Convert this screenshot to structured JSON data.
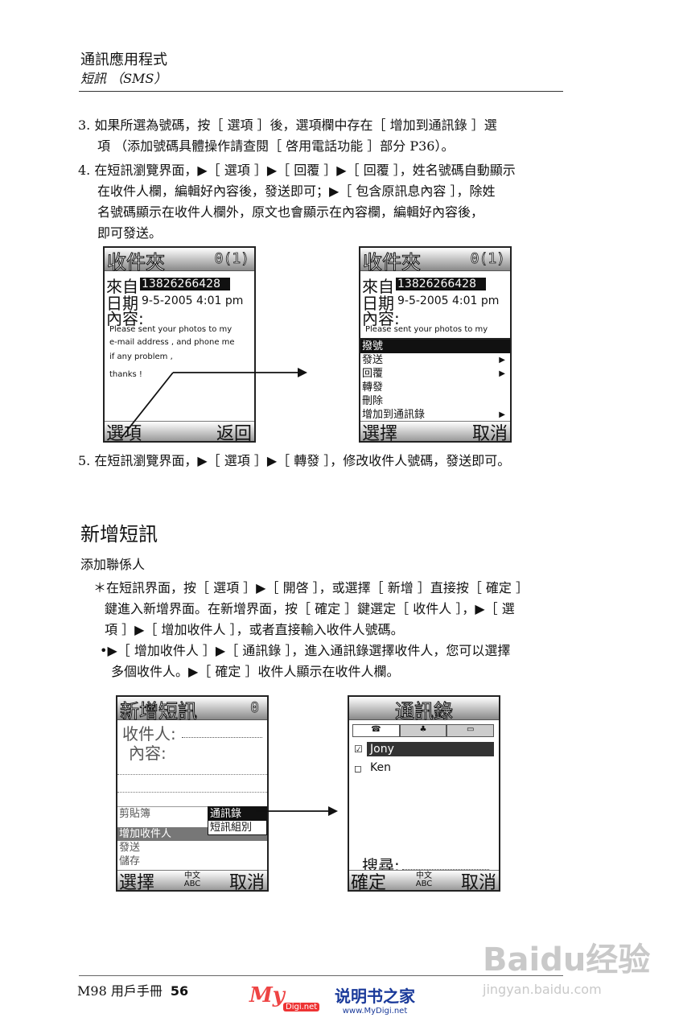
{
  "header": {
    "title": "通訊應用程式",
    "subtitle": "短訊 （SMS）"
  },
  "step3": {
    "lines": [
      "3. 如果所選為號碼，按［ 選項 ］後，選項欄中存在［ 增加到通訊錄 ］選",
      "項 （添加號碼具體操作請查閱［ 啓用電話功能 ］部分 P36）。"
    ]
  },
  "step4": {
    "lines": [
      "4. 在短訊瀏覽界面，▶［ 選項 ］▶［ 回覆 ］▶［ 回覆 ］，姓名號碼自動顯示",
      "在收件人欄，編輯好內容後，發送即可；▶［ 包含原訊息內容 ］，除姓",
      "名號碼顯示在收件人欄外，原文也會顯示在內容欄，編輯好內容後，",
      "即可發送。"
    ]
  },
  "inbox1": {
    "title": "收件夾",
    "count": "0(1)",
    "from_label": "來自",
    "from_value": "13826266428",
    "date_label": "日期",
    "date_value": "9-5-2005  4:01 pm",
    "content_label": "內容:",
    "body": [
      "Please sent your photos  to my",
      "e-mail address , and phone me",
      "if any problem ,",
      "thanks !"
    ],
    "soft_left": "選項",
    "soft_right": "返回"
  },
  "inbox2": {
    "title": "收件夾",
    "count": "0(1)",
    "from_label": "來自",
    "from_value": "13826266428",
    "date_label": "日期",
    "date_value": "9-5-2005  4:01 pm",
    "content_label": "內容:",
    "body": [
      "Please sent your photos  to my"
    ],
    "menu": [
      {
        "label": "撥號",
        "arrow": ""
      },
      {
        "label": "發送",
        "arrow": "▶"
      },
      {
        "label": "回覆",
        "arrow": "▶"
      },
      {
        "label": "轉發",
        "arrow": ""
      },
      {
        "label": "刪除",
        "arrow": ""
      },
      {
        "label": "增加到通訊錄",
        "arrow": "▶"
      }
    ],
    "soft_left": "選擇",
    "soft_right": "取消"
  },
  "step5": {
    "text": "5. 在短訊瀏覽界面，▶［ 選項 ］▶［ 轉發 ］，修改收件人號碼，發送即可。"
  },
  "section": {
    "title": "新增短訊",
    "subtitle": "添加聯係人"
  },
  "bullet1": {
    "lines": [
      "＊在短訊界面，按［ 選項 ］▶［ 開啓 ］，或選擇［ 新增 ］直接按［ 確定 ］",
      "鍵進入新增界面。在新增界面，按［ 確定 ］鍵選定［ 收件人 ］，▶［ 選",
      "項 ］▶［ 增加收件人 ］，或者直接輸入收件人號碼。"
    ]
  },
  "bullet2": {
    "lines": [
      "•▶［ 增加收件人 ］▶［ 通訊錄 ］，進入通訊錄選擇收件人，您可以選擇",
      "多個收件人。▶［ 確定 ］收件人顯示在收件人欄。"
    ]
  },
  "compose": {
    "title": "新增短訊",
    "count": "0",
    "recipient_label": "收件人:",
    "content_label": "內容:",
    "menu": [
      "剪貼簿",
      "增加收件人",
      "發送",
      "儲存"
    ],
    "submenu": [
      "通訊錄",
      "短訊組別"
    ],
    "soft_left": "選擇",
    "soft_mid_top": "中文",
    "soft_mid_bottom": "ABC",
    "soft_right": "取消"
  },
  "contacts": {
    "title": "通訊錄",
    "entries": [
      {
        "name": "Jony",
        "checked": true
      },
      {
        "name": "Ken",
        "checked": false
      }
    ],
    "search_label": "搜尋:",
    "soft_left": "確定",
    "soft_mid_top": "中文",
    "soft_mid_bottom": "ABC",
    "soft_right": "取消"
  },
  "footer": {
    "manual": "M98 用戶手冊",
    "page": "56",
    "logo_brand": "My",
    "logo_domain": "Digi.net",
    "logo_cn": "说明书之家",
    "logo_url": "www.MyDigi.net"
  },
  "watermark": {
    "brand": "Baidu经验",
    "url": "jingyan.baidu.com"
  }
}
